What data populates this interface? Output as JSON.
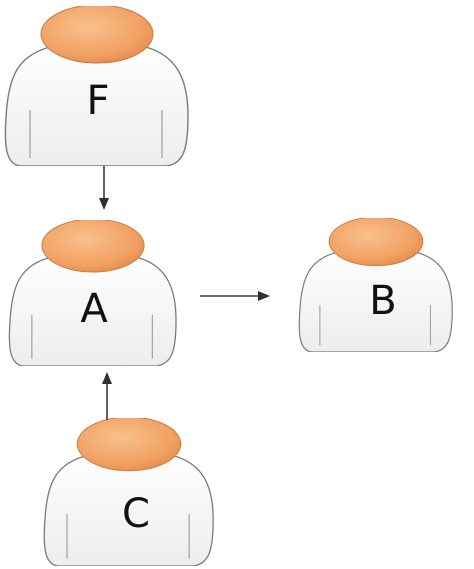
{
  "diagram": {
    "nodes": {
      "f": {
        "label": "F"
      },
      "a": {
        "label": "A"
      },
      "b": {
        "label": "B"
      },
      "c": {
        "label": "C"
      }
    },
    "edges": [
      {
        "from": "F",
        "to": "A"
      },
      {
        "from": "A",
        "to": "B"
      },
      {
        "from": "C",
        "to": "A"
      }
    ],
    "colors": {
      "head": "#f2a66a",
      "head_shadow": "#e38a4a",
      "body": "#f8f8f8",
      "outline": "#7a7a7a",
      "arrow": "#333333"
    }
  }
}
